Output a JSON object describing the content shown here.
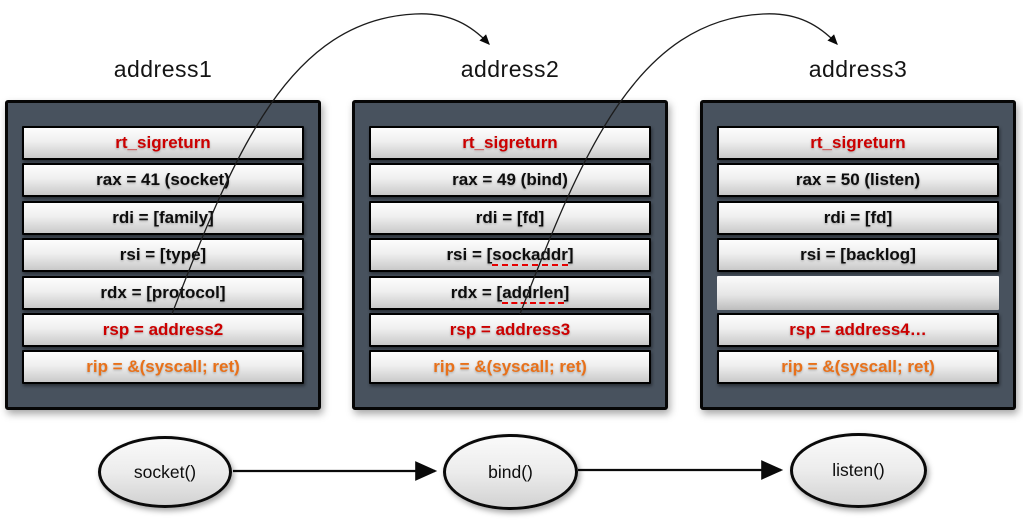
{
  "colors": {
    "accent_red": "#cc0000",
    "accent_orange": "#e8711a",
    "frame_fill": "#48525e"
  },
  "stacks": [
    {
      "title": "address1",
      "rows": [
        {
          "text": "rt_sigreturn"
        },
        {
          "text": "rax = 41 (socket)"
        },
        {
          "text": "rdi = [family]"
        },
        {
          "text": "rsi = [type]"
        },
        {
          "text": "rdx = [protocol]"
        },
        {
          "text": "rsp = address2"
        },
        {
          "text": "rip = &(syscall; ret)"
        }
      ]
    },
    {
      "title": "address2",
      "rows": [
        {
          "text": "rt_sigreturn"
        },
        {
          "text": "rax = 49 (bind)"
        },
        {
          "text": "rdi = [fd]"
        },
        {
          "prefix": "rsi = [",
          "word": "sockaddr",
          "suffix": "]"
        },
        {
          "prefix": "rdx = [",
          "word": "addrlen",
          "suffix": "]"
        },
        {
          "text": "rsp = address3"
        },
        {
          "text": "rip = &(syscall; ret)"
        }
      ]
    },
    {
      "title": "address3",
      "rows": [
        {
          "text": "rt_sigreturn"
        },
        {
          "text": "rax = 50 (listen)"
        },
        {
          "text": "rdi = [fd]"
        },
        {
          "text": "rsi = [backlog]"
        },
        {
          "text": ""
        },
        {
          "text": "rsp = address4…"
        },
        {
          "text": "rip = &(syscall; ret)"
        }
      ]
    }
  ],
  "flow_nodes": [
    {
      "label": "socket()"
    },
    {
      "label": "bind()"
    },
    {
      "label": "listen()"
    }
  ]
}
